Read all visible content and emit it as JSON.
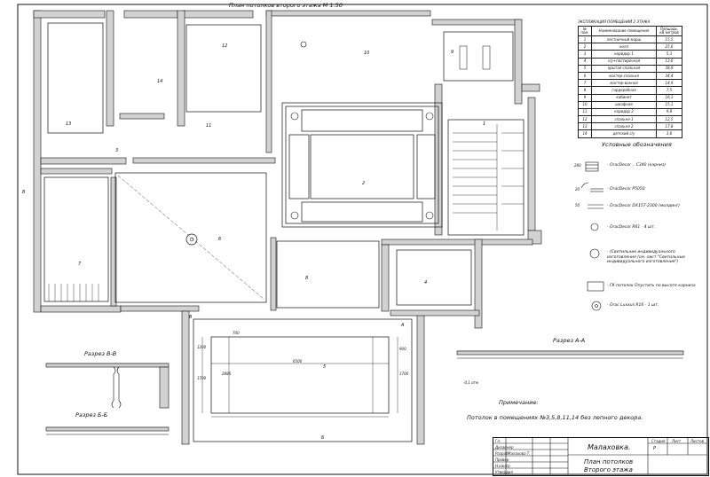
{
  "plan": {
    "title": "План потолков второго этажа М 1:50",
    "axis_mark": "В",
    "rooms": [
      "1",
      "2",
      "3",
      "4",
      "5",
      "6",
      "7",
      "8",
      "9",
      "10",
      "11",
      "12",
      "13",
      "14"
    ],
    "dims": {
      "hall_width": "6500",
      "hall_height_left": "2880",
      "hall_left_a": "1200",
      "hall_left_b": "1700",
      "hall_top": "700",
      "hall_right": "1700",
      "hall_right_b": "900"
    },
    "section_marks": {
      "a": "А",
      "b": "Б",
      "v": "В"
    }
  },
  "explication": {
    "caption": "ЭКСПЛИКАЦИЯ ПОМЕЩЕНИЙ 2 ЭТАЖА",
    "headers": {
      "num": "№ пом.",
      "name": "Наименование помещения",
      "area": "Площадь, кВ метров"
    },
    "rows": [
      {
        "num": "1",
        "name": "лестничный марш",
        "area": "15,5"
      },
      {
        "num": "2",
        "name": "холл",
        "area": "25,6"
      },
      {
        "num": "3",
        "name": "коридор 1",
        "area": "5,3"
      },
      {
        "num": "4",
        "name": "с/у+постирочная",
        "area": "13,0"
      },
      {
        "num": "5",
        "name": "крытая спальная",
        "area": "38,9"
      },
      {
        "num": "6",
        "name": "мастер-спальня",
        "area": "34,4"
      },
      {
        "num": "7",
        "name": "мастер-ванная",
        "area": "14,9"
      },
      {
        "num": "8",
        "name": "гардеробная",
        "area": "7,5"
      },
      {
        "num": "9",
        "name": "кабинет",
        "area": "16,1"
      },
      {
        "num": "10",
        "name": "шкафная",
        "area": "15,1"
      },
      {
        "num": "11",
        "name": "коридор 2",
        "area": "9,8"
      },
      {
        "num": "12",
        "name": "спальня 1",
        "area": "12,5"
      },
      {
        "num": "13",
        "name": "спальня 2",
        "area": "17,8"
      },
      {
        "num": "14",
        "name": "детский с/у",
        "area": "3,6"
      }
    ]
  },
  "legend": {
    "title": "Условные обозначения",
    "items": [
      {
        "text": "- OracDecor .. С340 (карниз)",
        "mark": "280"
      },
      {
        "text": "- OracDecor Р5050",
        "mark": "20"
      },
      {
        "text": "- OracDecor DX157-2300 (молдинг)",
        "mark": "50"
      },
      {
        "text": "- OracDecor R61 - 4 шт.",
        "mark": ""
      },
      {
        "text": "- (Светильник индивидуального изготовления (см. лист \"Светильные индивидуального изготовления\")",
        "mark": ""
      },
      {
        "text": "- ГК потолок Опустить по высоте карниза",
        "mark": ""
      },
      {
        "text": "- Orac Luxxus R16 - 1 шт.",
        "mark": ""
      }
    ]
  },
  "sections": {
    "aa": "Разрез А-А",
    "bb": "Разрез Б-Б",
    "vv": "Разрез В-В",
    "note_level": "-0,1 отм"
  },
  "note": {
    "title": "Примечание:",
    "text": "Потолок в помещениях №3,5,8,11,14 без лепного декора."
  },
  "title_block": {
    "project": "Малаховка.",
    "sheet_name_1": "План потолков",
    "sheet_name_2": "Второго этажа",
    "stage_h": "Стадия",
    "sheet_h": "Лист",
    "sheets_h": "Листов",
    "stage": "Р",
    "roles": [
      "Гл.",
      "Дизайнер",
      "Разраб",
      "Провер",
      "Н.контр",
      "Утвердил"
    ],
    "author": "Малахова Т."
  }
}
